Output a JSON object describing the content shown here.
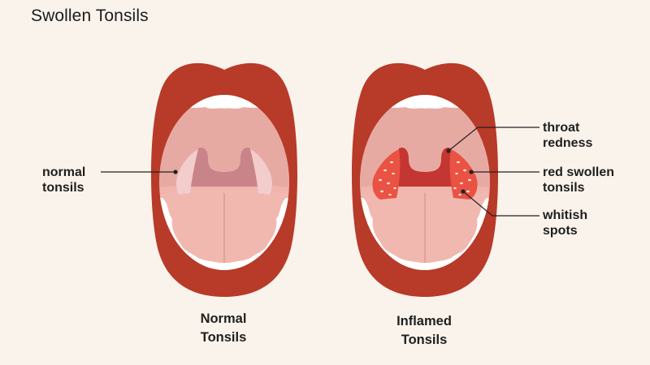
{
  "title": "Swollen Tonsils",
  "labels": {
    "normal_tonsils": [
      "normal",
      "tonsils"
    ],
    "throat_redness": [
      "throat",
      "redness"
    ],
    "red_swollen_tonsils": [
      "red swollen",
      "tonsils"
    ],
    "whitish_spots": [
      "whitish",
      "spots"
    ]
  },
  "captions": {
    "normal": [
      "Normal",
      "Tonsils"
    ],
    "inflamed": [
      "Inflamed",
      "Tonsils"
    ]
  },
  "colors": {
    "background": "#faf3ec",
    "lips": "#b83a28",
    "teeth": "#ffffff",
    "palate": "#e7aaa3",
    "tongue": "#f1b8b0",
    "throat_normal": "#c9848a",
    "throat_inflamed": "#c43632",
    "tonsil_normal": "#f3cccc",
    "tonsil_inflamed": "#ea5244",
    "spots": "#fbe6d2"
  }
}
